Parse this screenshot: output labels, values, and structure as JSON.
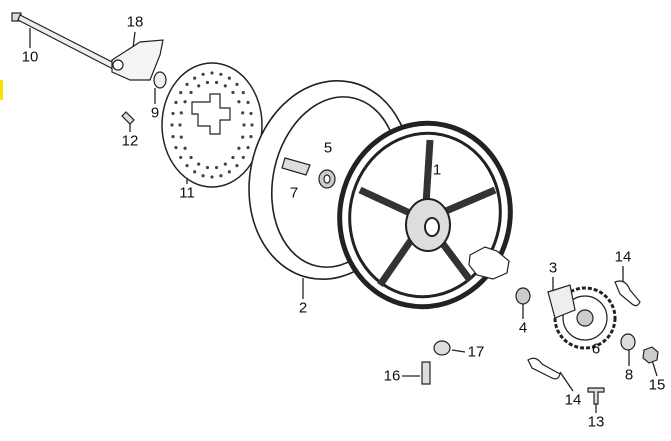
{
  "diagram": {
    "parts": [
      {
        "id": "axle",
        "label": "10"
      },
      {
        "id": "bracket",
        "label": "18"
      },
      {
        "id": "collar",
        "label": "9"
      },
      {
        "id": "bolt-small",
        "label": "12"
      },
      {
        "id": "brake-disc",
        "label": "11"
      },
      {
        "id": "tire",
        "label": "2"
      },
      {
        "id": "spacer",
        "label": "7"
      },
      {
        "id": "bearing-left",
        "label": "5"
      },
      {
        "id": "rim",
        "label": "1"
      },
      {
        "id": "hub",
        "label": "3"
      },
      {
        "id": "bearing-right",
        "label": "4"
      },
      {
        "id": "lock-plate-top",
        "label": "14"
      },
      {
        "id": "sprocket",
        "label": "6"
      },
      {
        "id": "collar-right",
        "label": "8"
      },
      {
        "id": "nut",
        "label": "15"
      },
      {
        "id": "valve-cap",
        "label": "17"
      },
      {
        "id": "valve",
        "label": "16"
      },
      {
        "id": "lock-plate-bottom",
        "label": "14"
      },
      {
        "id": "pin",
        "label": "13"
      }
    ],
    "colors": {
      "line": "#222222",
      "marker": "#f5e400"
    }
  }
}
